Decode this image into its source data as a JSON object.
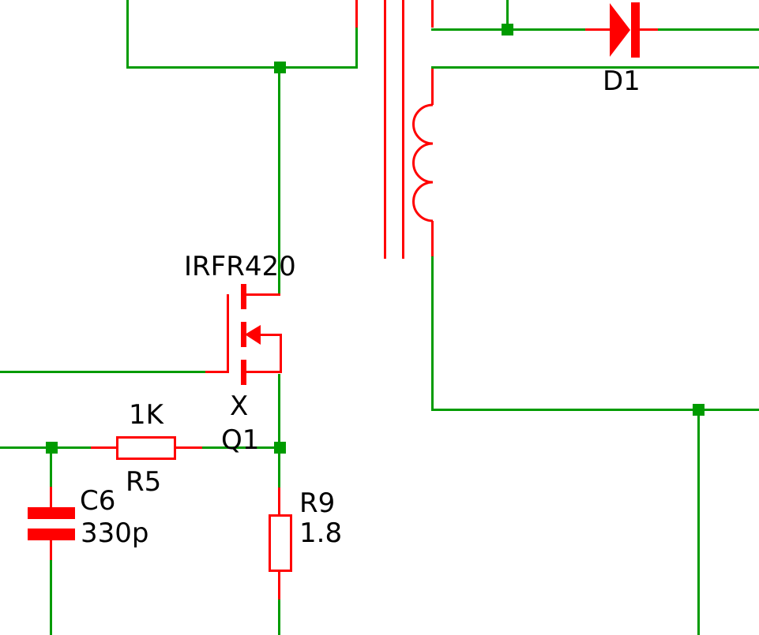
{
  "schematic": {
    "colors": {
      "net": "#009b00",
      "component": "#ff0000",
      "text": "#000000",
      "background": "#ffffff"
    },
    "components": {
      "q1": {
        "part": "IRFR420",
        "pin_label": "X",
        "ref": "Q1"
      },
      "d1": {
        "ref": "D1"
      },
      "r5": {
        "value": "1K",
        "ref": "R5"
      },
      "c6": {
        "ref": "C6",
        "value": "330p"
      },
      "r9": {
        "ref": "R9",
        "value": "1.8"
      }
    }
  }
}
